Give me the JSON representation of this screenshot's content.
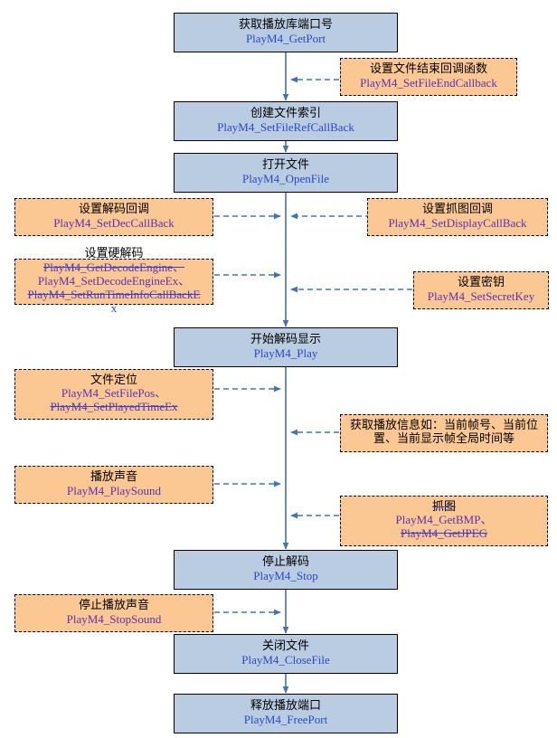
{
  "diagram": {
    "title": "PlayM4 playback SDK call flow",
    "colors": {
      "process_fill": "#b9cce2",
      "process_border": "#000000",
      "optional_fill": "#fbc793",
      "optional_border": "#000000",
      "connector": "#4273b5",
      "process_api_text": "#2b48c8",
      "optional_api_text": "#5b31b5"
    },
    "main_nodes": [
      {
        "cn": "获取播放库端口号",
        "fn": "PlayM4_GetPort"
      },
      {
        "cn": "创建文件索引",
        "fn": "PlayM4_SetFileRefCallBack"
      },
      {
        "cn": "打开文件",
        "fn": "PlayM4_OpenFile"
      },
      {
        "cn": "开始解码显示",
        "fn": "PlayM4_Play"
      },
      {
        "cn": "停止解码",
        "fn": "PlayM4_Stop"
      },
      {
        "cn": "关闭文件",
        "fn": "PlayM4_CloseFile"
      },
      {
        "cn": "释放播放端口",
        "fn": "PlayM4_FreePort"
      }
    ],
    "optional_nodes": {
      "file_end_callback": {
        "cn": "设置文件结束回调函数",
        "fn": "PlayM4_SetFileEndCallback"
      },
      "dec_callback": {
        "cn": "设置解码回调",
        "fn": "PlayM4_SetDecCallBack"
      },
      "display_callback": {
        "cn": "设置抓图回调",
        "fn": "PlayM4_SetDisplayCallBack"
      },
      "hard_decode": {
        "caption": "设置硬解码",
        "fn_line1": "PlayM4_GetDecodeEngine、",
        "fn_line2": "PlayM4_SetDecodeEngineEx、",
        "fn_line3": "PlayM4_SetRunTimeInfoCallBackE",
        "fn_line4": "x"
      },
      "secret_key": {
        "cn": "设置密钥",
        "fn": "PlayM4_SetSecretKey"
      },
      "file_pos": {
        "cn": "文件定位",
        "fn_line1": "PlayM4_SetFilePos、",
        "fn_line2": "PlayM4_SetPlayedTimeEx"
      },
      "play_info": {
        "cn": "获取播放信息如：当前帧号、当前位置、当前显示帧全局时间等"
      },
      "play_sound": {
        "cn": "播放声音",
        "fn": "PlayM4_PlaySound"
      },
      "capture": {
        "cn": "抓图",
        "fn_line1": "PlayM4_GetBMP、",
        "fn_line2": "PlayM4_GetJPEG"
      },
      "stop_sound": {
        "cn": "停止播放声音",
        "fn": "PlayM4_StopSound"
      }
    }
  }
}
